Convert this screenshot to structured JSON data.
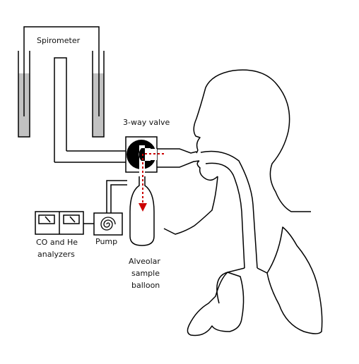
{
  "labels": {
    "spirometer": "Spirometer",
    "valve": "3-way valve",
    "analyzers_line1": "CO and He",
    "analyzers_line2": "analyzers",
    "pump": "Pump",
    "balloon_line1": "Alveolar",
    "balloon_line2": "sample",
    "balloon_line3": "balloon"
  },
  "colors": {
    "line": "#000000",
    "fluid": "#c2c2c2",
    "flow_arrow": "#cc0000",
    "background": "#ffffff"
  }
}
